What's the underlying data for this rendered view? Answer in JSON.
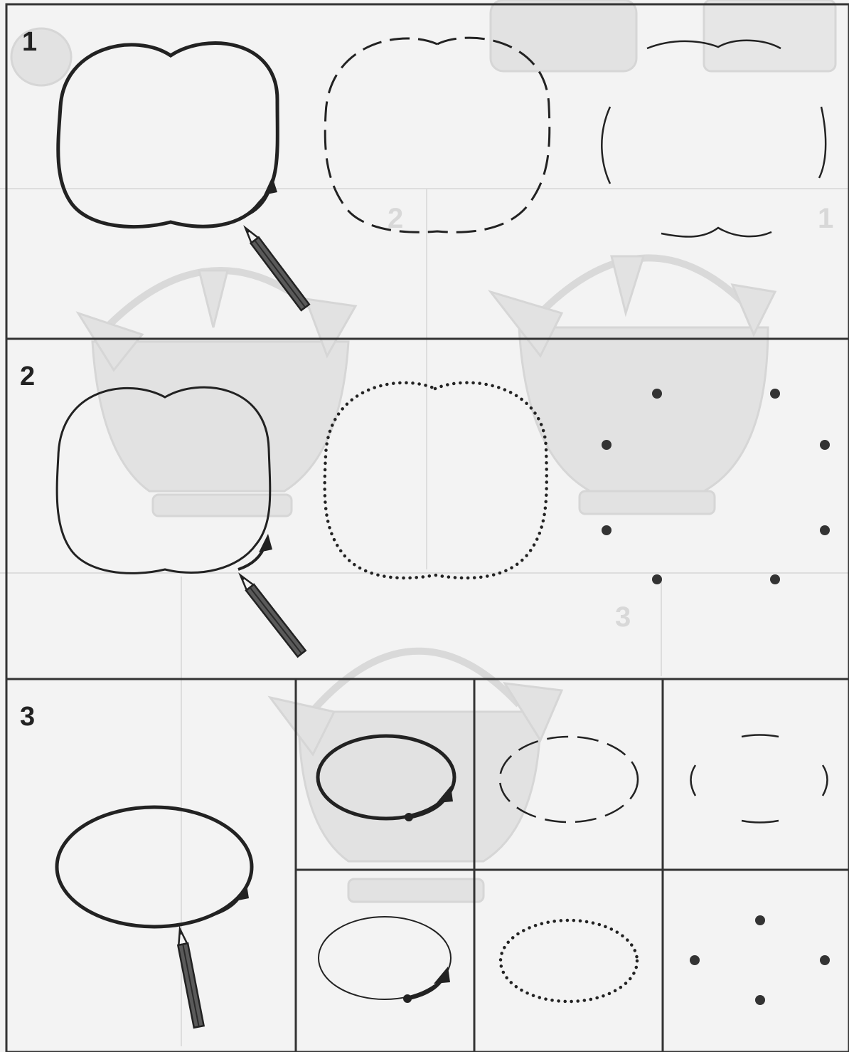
{
  "worksheet": {
    "sections": [
      {
        "number": "1",
        "shape": "apple-outline"
      },
      {
        "number": "2",
        "shape": "apple-outline"
      },
      {
        "number": "3",
        "shape": "oval"
      }
    ],
    "colors": {
      "ink": "#2a2a2a",
      "background": "#f3f3f3",
      "ghost": "#dcdcdc"
    }
  }
}
